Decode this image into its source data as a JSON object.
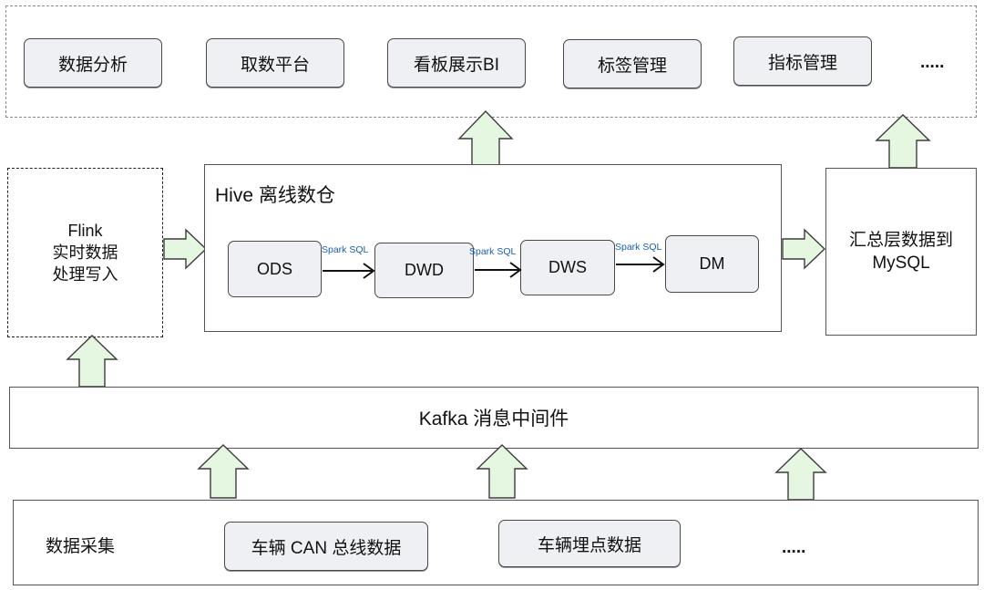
{
  "apps": {
    "items": [
      "数据分析",
      "取数平台",
      "看板展示BI",
      "标签管理",
      "指标管理"
    ],
    "more": "....."
  },
  "flink": {
    "line1": "Flink",
    "line2": "实时数据",
    "line3": "处理写入"
  },
  "hive": {
    "title": "Hive 离线数仓",
    "layers": [
      "ODS",
      "DWD",
      "DWS",
      "DM"
    ],
    "edge_label": "Spark SQL"
  },
  "mysql": {
    "line1": "汇总层数据到",
    "line2": "MySQL"
  },
  "kafka": {
    "label": "Kafka 消息中间件"
  },
  "collect": {
    "title": "数据采集",
    "sources": [
      "车辆 CAN 总线数据",
      "车辆埋点数据"
    ],
    "more": "....."
  },
  "colors": {
    "arrow_fill": "#e6f7e1",
    "arrow_stroke": "#3d3d3d",
    "pill_fill": "#eef0f4",
    "spark_label": "#1a5fb4"
  }
}
